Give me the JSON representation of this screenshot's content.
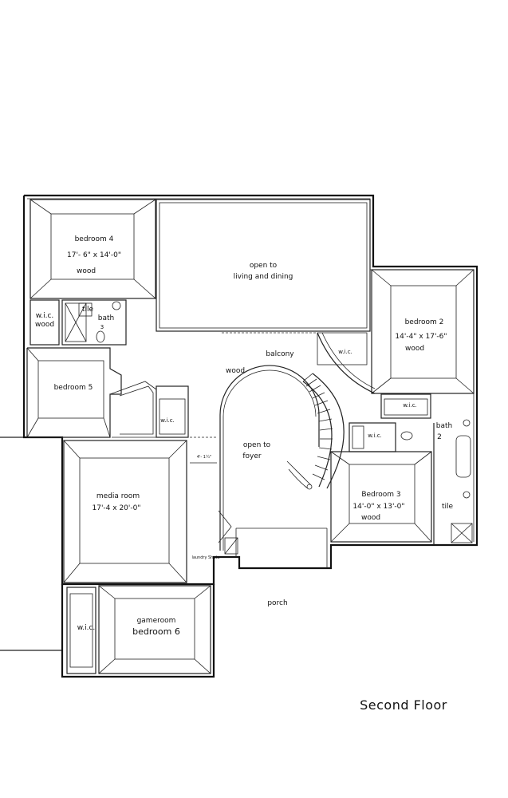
{
  "title": "Second Floor",
  "rooms": {
    "bedroom4": {
      "name": "bedroom 4",
      "size": "17'- 6\" x 14'-0\"",
      "floor": "wood"
    },
    "open_living": {
      "line1": "open to",
      "line2": "living and dining"
    },
    "bedroom2": {
      "name": "bedroom 2",
      "size": "14'-4\" x 17'-6\"",
      "floor": "wood"
    },
    "wic_wood": {
      "line1": "w.i.c.",
      "line2": "wood"
    },
    "bath3": {
      "tile": "tile",
      "name": "bath",
      "num": "3"
    },
    "wic_bed2": "w.i.c.",
    "balcony": "balcony",
    "hall_wood": "wood",
    "bedroom5": {
      "name": "bedroom 5"
    },
    "wic_bed5": "w.i.c.",
    "wic_bed2b": "w.i.c.",
    "wic_bed3": "w.i.c.",
    "bath2": {
      "name": "bath",
      "num": "2",
      "tile": "tile"
    },
    "open_foyer": {
      "line1": "open to",
      "line2": "foyer"
    },
    "dim": "4'- 1¼\"",
    "media": {
      "name": "media room",
      "size": "17'-4 x 20'-0\""
    },
    "bedroom3": {
      "name": "Bedroom 3",
      "size": "14'-0\" x 13'-0\"",
      "floor": "wood"
    },
    "laundry": "laundry Shute",
    "porch": "porch",
    "gameroom": {
      "line1": "gameroom",
      "line2": "bedroom 6"
    },
    "wic_game": "w.i.c."
  }
}
